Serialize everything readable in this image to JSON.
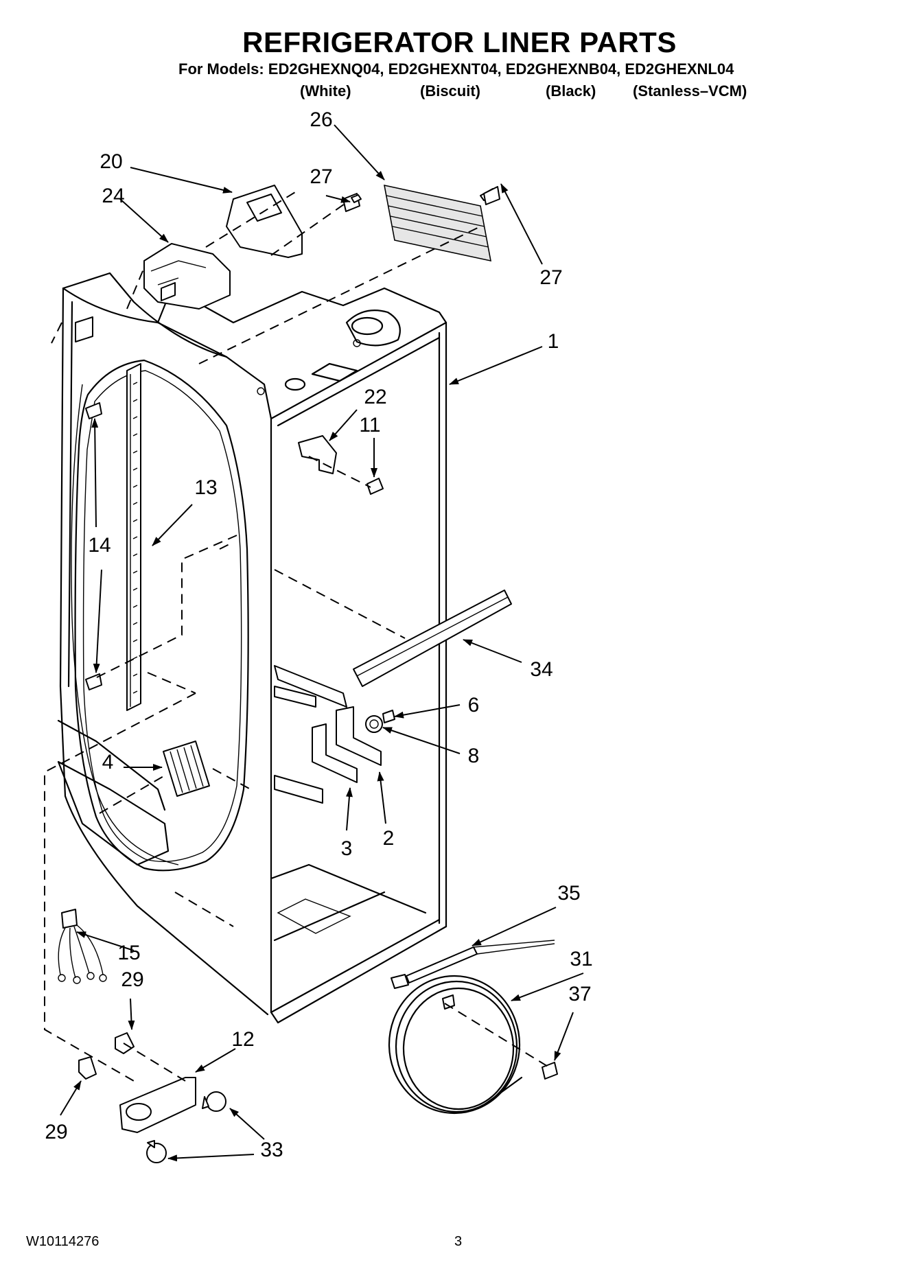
{
  "header": {
    "title": "REFRIGERATOR LINER PARTS",
    "models_line": "For Models: ED2GHEXNQ04, ED2GHEXNT04, ED2GHEXNB04, ED2GHEXNL04",
    "colors": [
      "(White)",
      "(Biscuit)",
      "(Black)",
      "(Stanless–VCM)"
    ]
  },
  "callouts": {
    "c26": "26",
    "c20": "20",
    "c27a": "27",
    "c24": "24",
    "c27b": "27",
    "c1": "1",
    "c22": "22",
    "c11": "11",
    "c13": "13",
    "c14": "14",
    "c34": "34",
    "c6": "6",
    "c8": "8",
    "c4": "4",
    "c3": "3",
    "c2": "2",
    "c35": "35",
    "c15": "15",
    "c31": "31",
    "c29a": "29",
    "c37": "37",
    "c12": "12",
    "c29b": "29",
    "c33": "33"
  },
  "footer": {
    "doc_id": "W10114276",
    "page_number": "3"
  }
}
